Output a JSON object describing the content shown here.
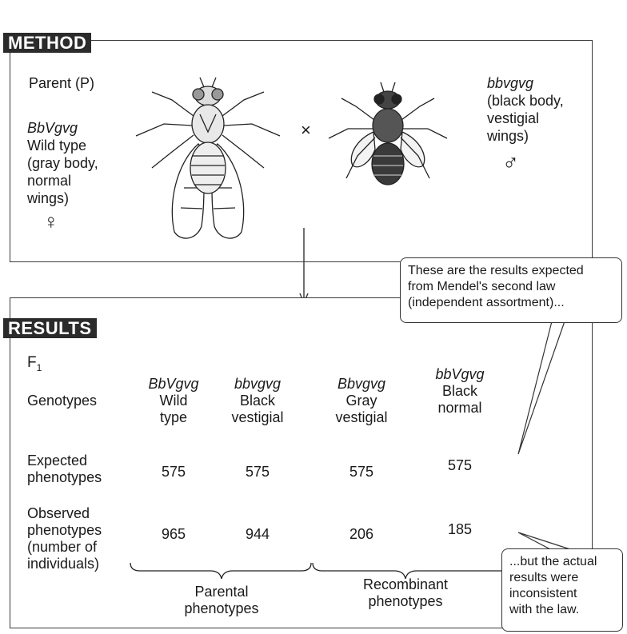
{
  "method": {
    "tag": "METHOD",
    "parent_label": "Parent (P)",
    "female": {
      "genotype": "BbVgvg",
      "desc": [
        "Wild type",
        "(gray body,",
        "normal",
        "wings)"
      ],
      "symbol": "♀"
    },
    "cross_symbol": "×",
    "male": {
      "genotype": "bbvgvg",
      "desc": [
        "(black body,",
        "vestigial",
        "wings)"
      ],
      "symbol": "♂"
    }
  },
  "results": {
    "tag": "RESULTS",
    "generation_main": "F",
    "generation_sub": "1",
    "row_labels": {
      "genotypes": "Genotypes",
      "expected": [
        "Expected",
        "phenotypes"
      ],
      "observed": [
        "Observed",
        "phenotypes",
        "(number of",
        "individuals)"
      ]
    },
    "columns": [
      {
        "genotype": "BbVgvg",
        "phenotype": [
          "Wild",
          "type"
        ],
        "expected": "575",
        "observed": "965"
      },
      {
        "genotype": "bbvgvg",
        "phenotype": [
          "Black",
          "vestigial"
        ],
        "expected": "575",
        "observed": "944"
      },
      {
        "genotype": "Bbvgvg",
        "phenotype": [
          "Gray",
          "vestigial"
        ],
        "expected": "575",
        "observed": "206"
      },
      {
        "genotype": "bbVgvg",
        "phenotype": [
          "Black",
          "normal"
        ],
        "expected": "575",
        "observed": "185"
      }
    ],
    "groups": {
      "parental": [
        "Parental",
        "phenotypes"
      ],
      "recombinant": [
        "Recombinant",
        "phenotypes"
      ]
    }
  },
  "callouts": {
    "expected": [
      "These are the results expected",
      "from Mendel's second law",
      "(independent assortment)..."
    ],
    "actual": [
      "...but the actual",
      "results were",
      "inconsistent",
      "with the law."
    ]
  },
  "colors": {
    "tag_bg": "#2b2b2b",
    "line": "#333333"
  }
}
